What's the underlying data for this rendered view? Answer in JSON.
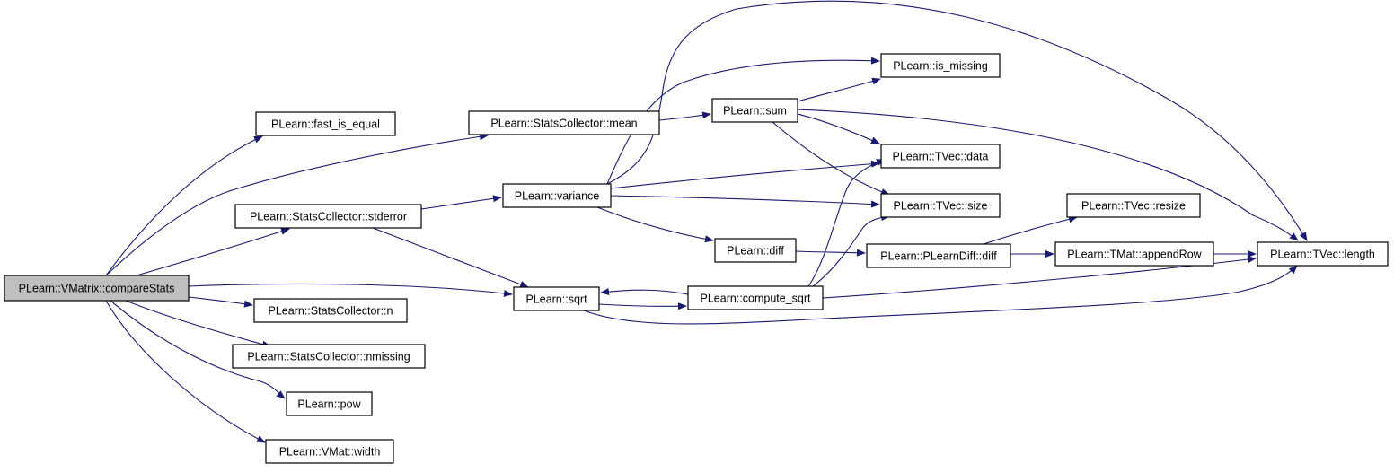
{
  "graph": {
    "edge_color": "#191970",
    "root_fill": "#bfbfbf",
    "nodes": [
      {
        "id": "compareStats",
        "label": "PLearn::VMatrix::compareStats",
        "root": true
      },
      {
        "id": "fast_is_equal",
        "label": "PLearn::fast_is_equal"
      },
      {
        "id": "mean",
        "label": "PLearn::StatsCollector::mean"
      },
      {
        "id": "stderror",
        "label": "PLearn::StatsCollector::stderror"
      },
      {
        "id": "n",
        "label": "PLearn::StatsCollector::n"
      },
      {
        "id": "nmissing",
        "label": "PLearn::StatsCollector::nmissing"
      },
      {
        "id": "pow",
        "label": "PLearn::pow"
      },
      {
        "id": "width",
        "label": "PLearn::VMat::width"
      },
      {
        "id": "sqrt",
        "label": "PLearn::sqrt"
      },
      {
        "id": "variance",
        "label": "PLearn::variance"
      },
      {
        "id": "sum",
        "label": "PLearn::sum"
      },
      {
        "id": "diff",
        "label": "PLearn::diff"
      },
      {
        "id": "compute_sqrt",
        "label": "PLearn::compute_sqrt"
      },
      {
        "id": "is_missing",
        "label": "PLearn::is_missing"
      },
      {
        "id": "data",
        "label": "PLearn::TVec::data"
      },
      {
        "id": "size",
        "label": "PLearn::TVec::size"
      },
      {
        "id": "pldiff",
        "label": "PLearn::PLearnDiff::diff"
      },
      {
        "id": "resize",
        "label": "PLearn::TVec::resize"
      },
      {
        "id": "appendRow",
        "label": "PLearn::TMat::appendRow"
      },
      {
        "id": "length",
        "label": "PLearn::TVec::length"
      }
    ],
    "edges": [
      [
        "compareStats",
        "fast_is_equal"
      ],
      [
        "compareStats",
        "mean"
      ],
      [
        "compareStats",
        "stderror"
      ],
      [
        "compareStats",
        "sqrt"
      ],
      [
        "compareStats",
        "n"
      ],
      [
        "compareStats",
        "nmissing"
      ],
      [
        "compareStats",
        "pow"
      ],
      [
        "compareStats",
        "width"
      ],
      [
        "mean",
        "sum"
      ],
      [
        "stderror",
        "variance"
      ],
      [
        "stderror",
        "sqrt"
      ],
      [
        "variance",
        "is_missing"
      ],
      [
        "variance",
        "length"
      ],
      [
        "variance",
        "data"
      ],
      [
        "variance",
        "size"
      ],
      [
        "variance",
        "diff"
      ],
      [
        "sum",
        "is_missing"
      ],
      [
        "sum",
        "data"
      ],
      [
        "sum",
        "size"
      ],
      [
        "sum",
        "length"
      ],
      [
        "diff",
        "pldiff"
      ],
      [
        "pldiff",
        "resize"
      ],
      [
        "pldiff",
        "appendRow"
      ],
      [
        "appendRow",
        "length"
      ],
      [
        "sqrt",
        "compute_sqrt"
      ],
      [
        "sqrt",
        "length"
      ],
      [
        "compute_sqrt",
        "sqrt"
      ],
      [
        "compute_sqrt",
        "data"
      ],
      [
        "compute_sqrt",
        "size"
      ],
      [
        "compute_sqrt",
        "length"
      ]
    ]
  }
}
